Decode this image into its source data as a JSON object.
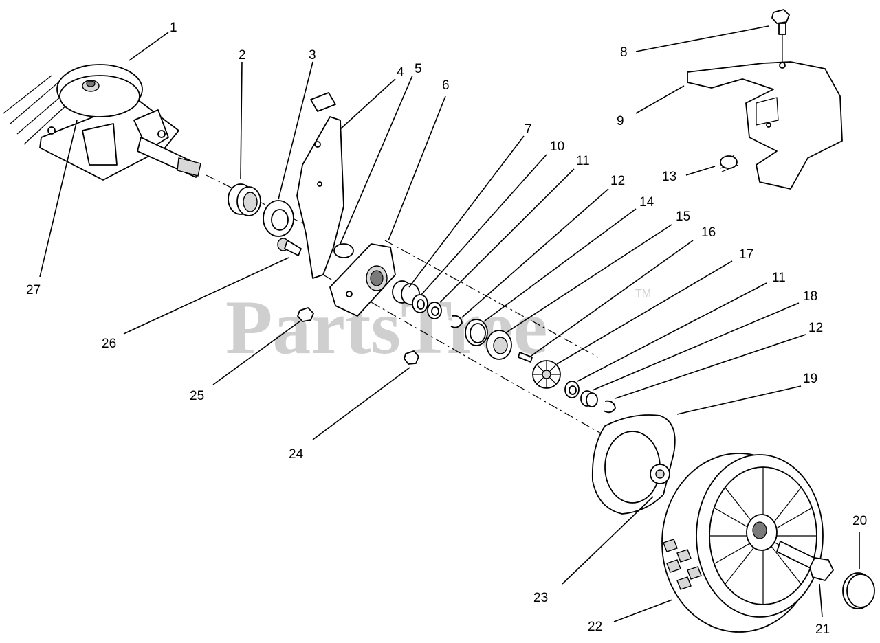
{
  "watermark": {
    "text": "PartsTree",
    "tm": "TM"
  },
  "callouts": [
    "1",
    "2",
    "3",
    "4",
    "5",
    "6",
    "7",
    "8",
    "9",
    "10",
    "11",
    "12",
    "13",
    "14",
    "15",
    "16",
    "17",
    "11",
    "18",
    "12",
    "19",
    "20",
    "21",
    "22",
    "23",
    "24",
    "25",
    "26",
    "27"
  ],
  "colors": {
    "ink": "#000000",
    "watermark": "#cfcfcf",
    "background": "#ffffff"
  }
}
